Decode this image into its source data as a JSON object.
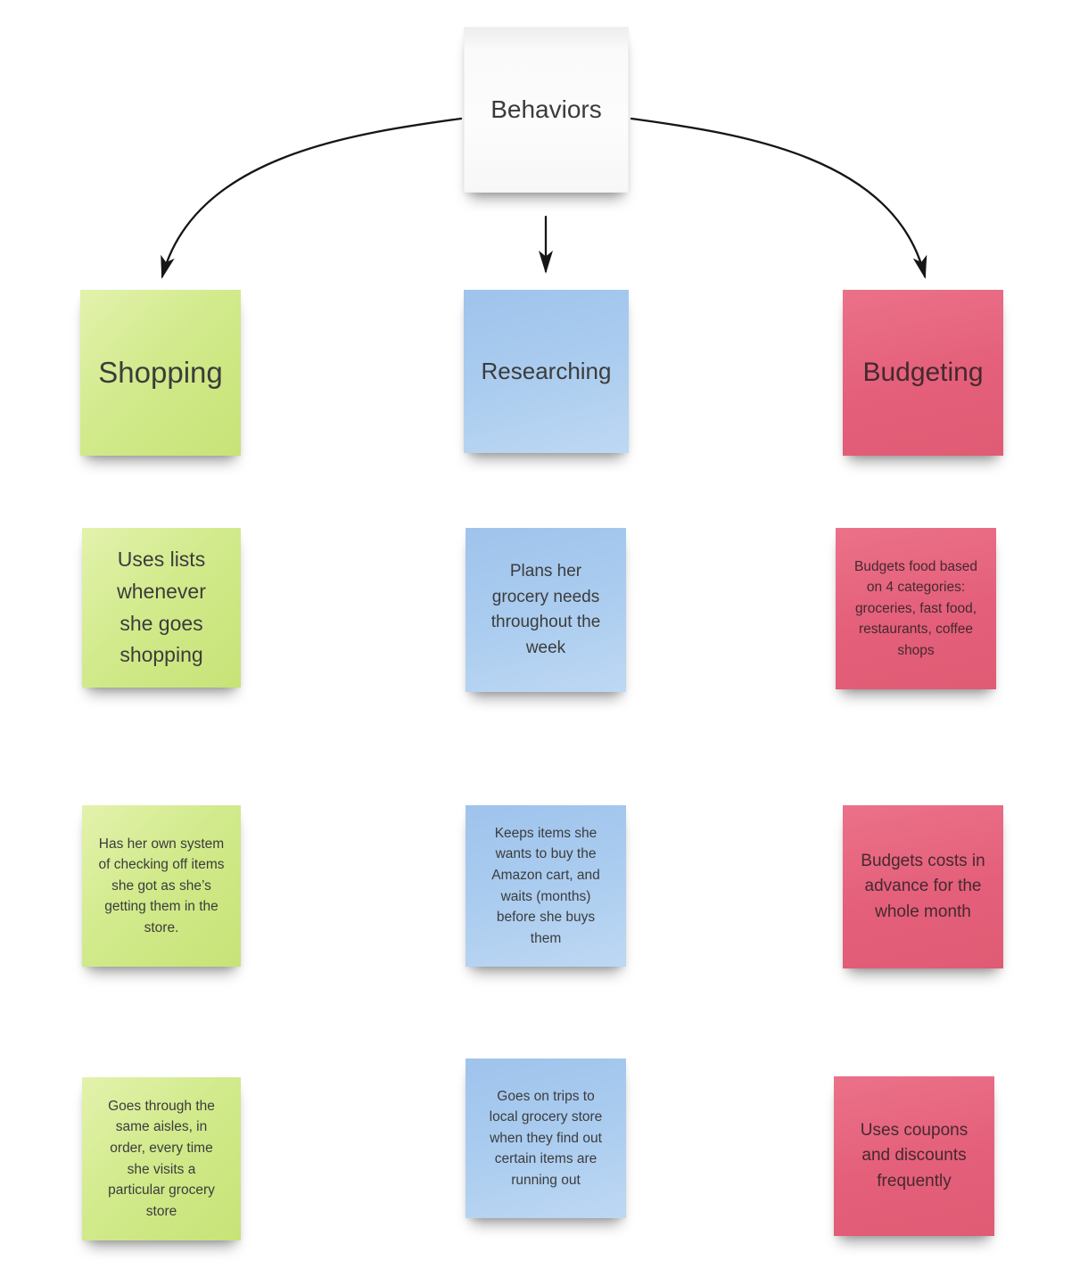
{
  "board": {
    "palette": {
      "root_note": "#fcfcfc",
      "shopping_green": "#cfe886",
      "researching_blue": "#a9cbee",
      "budgeting_red": "#e5607b",
      "ink": "#3c3c3c",
      "connector": "#161616",
      "canvas_background": "#ffffff"
    },
    "root": {
      "label": "Behaviors"
    },
    "columns": [
      {
        "key": "shopping",
        "header": "Shopping",
        "accent": "#cfe886",
        "notes": [
          "Uses lists whenever she goes shopping",
          "Has her own system of checking off items she got as she’s getting them in the store.",
          "Goes through the same aisles, in order, every time she visits a particular grocery store"
        ]
      },
      {
        "key": "researching",
        "header": "Researching",
        "accent": "#a9cbee",
        "notes": [
          "Plans her grocery needs throughout the week",
          "Keeps items she wants to buy the Amazon cart, and waits (months) before she buys them",
          "Goes on trips to local grocery store when they find out certain items are running out"
        ]
      },
      {
        "key": "budgeting",
        "header": "Budgeting",
        "accent": "#e5607b",
        "notes": [
          "Budgets food based on 4 categories: groceries, fast food, restaurants, coffee shops",
          "Budgets costs in advance for the whole month",
          "Uses coupons and discounts frequently"
        ]
      }
    ],
    "connectors": [
      {
        "from": "Behaviors",
        "to": "Shopping"
      },
      {
        "from": "Behaviors",
        "to": "Researching"
      },
      {
        "from": "Behaviors",
        "to": "Budgeting"
      }
    ]
  }
}
